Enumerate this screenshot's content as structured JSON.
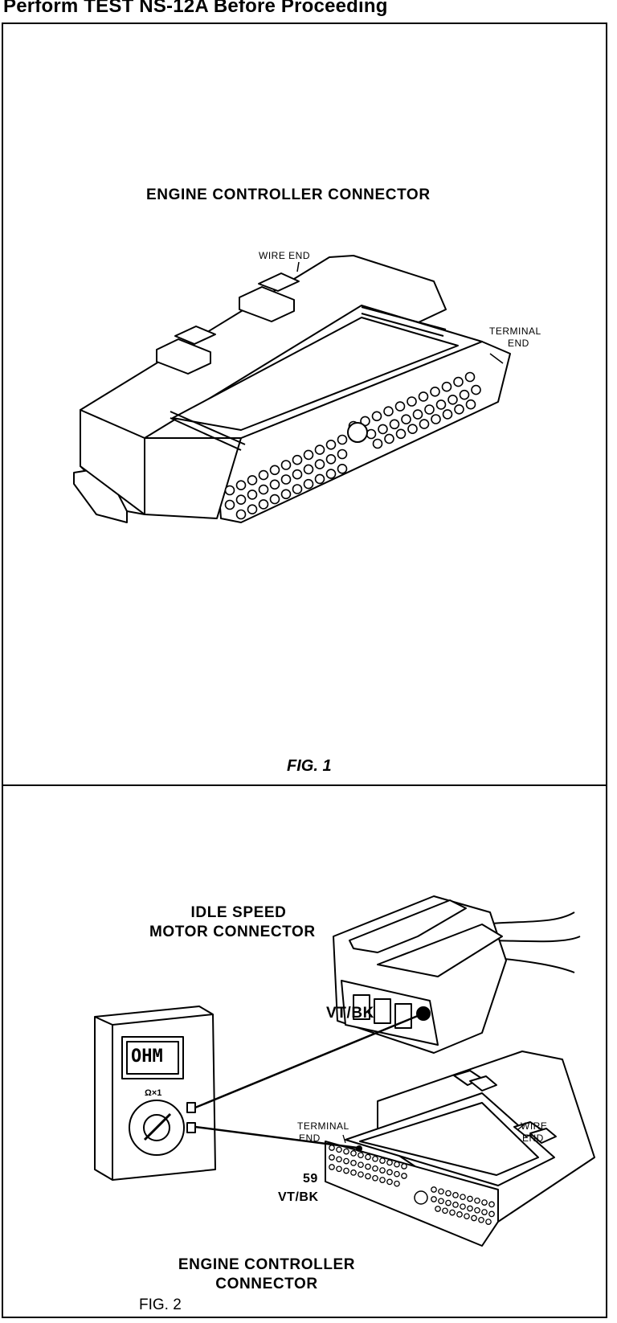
{
  "header": {
    "text": "Perform TEST NS-12A Before Proceeding"
  },
  "fig1": {
    "title": "ENGINE CONTROLLER CONNECTOR",
    "wire_end": "WIRE END",
    "terminal_end_1": "TERMINAL",
    "terminal_end_2": "END",
    "caption": "FIG. 1"
  },
  "fig2": {
    "isc_line1": "IDLE SPEED",
    "isc_line2": "MOTOR CONNECTOR",
    "isc_wire": "VT/BK",
    "meter_display": "OHM",
    "meter_range": "Ω×1",
    "terminal_end_1": "TERMINAL",
    "terminal_end_2": "END",
    "wire_end_1": "WIRE",
    "wire_end_2": "END",
    "pin_number": "59",
    "pin_wire": "VT/BK",
    "ecc_line1": "ENGINE CONTROLLER",
    "ecc_line2": "CONNECTOR",
    "caption": "FIG. 2"
  }
}
